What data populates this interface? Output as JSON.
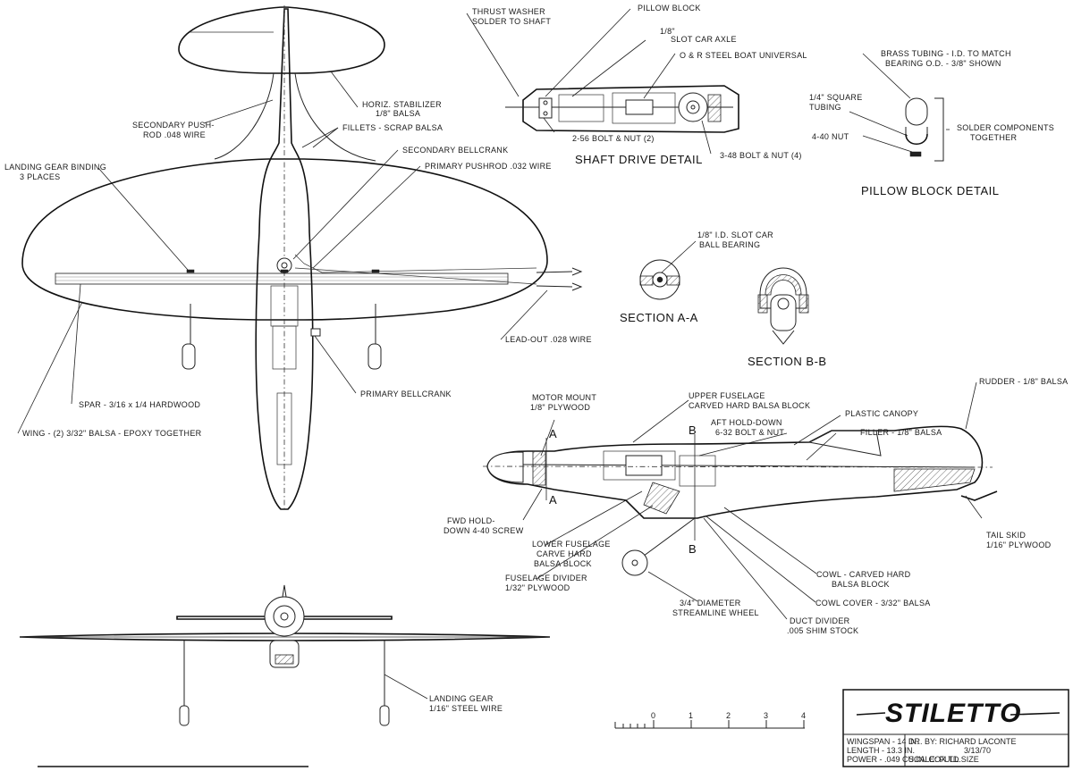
{
  "labels": {
    "thrust_washer": [
      "THRUST WASHER",
      "SOLDER TO SHAFT"
    ],
    "pillow_block": "PILLOW BLOCK",
    "slot_car_axle": [
      "1/8\"",
      "SLOT CAR AXLE"
    ],
    "boat_universal": "O & R STEEL BOAT UNIVERSAL",
    "bolt_256": "2-56 BOLT & NUT (2)",
    "bolt_348": "3-48 BOLT & NUT (4)",
    "shaft_drive_title": "SHAFT DRIVE DETAIL",
    "brass_tubing": [
      "BRASS TUBING - I.D. TO MATCH",
      "BEARING O.D. - 3/8\" SHOWN"
    ],
    "square_tubing": [
      "1/4\" SQUARE",
      "TUBING"
    ],
    "nut_440": "4-40 NUT",
    "solder_components": [
      "SOLDER COMPONENTS",
      "TOGETHER"
    ],
    "pillow_block_title": "PILLOW BLOCK DETAIL",
    "horiz_stabilizer": [
      "HORIZ. STABILIZER",
      "1/8\" BALSA"
    ],
    "secondary_push": [
      "SECONDARY PUSH-",
      "ROD .048 WIRE"
    ],
    "fillets": "FILLETS - SCRAP BALSA",
    "secondary_bellcrank": "SECONDARY BELLCRANK",
    "primary_pushrod": "PRIMARY PUSHROD .032 WIRE",
    "landing_gear_binding": [
      "LANDING GEAR BINDING",
      "3 PLACES"
    ],
    "ball_bearing": [
      "1/8\" I.D. SLOT CAR",
      "BALL BEARING"
    ],
    "section_aa": "SECTION A-A",
    "section_bb": "SECTION B-B",
    "lead_out": "LEAD-OUT .028 WIRE",
    "primary_bellcrank": "PRIMARY BELLCRANK",
    "spar": "SPAR - 3/16 x 1/4 HARDWOOD",
    "wing": "WING - (2) 3/32\" BALSA - EPOXY TOGETHER",
    "motor_mount": [
      "MOTOR MOUNT",
      "1/8\" PLYWOOD"
    ],
    "upper_fuselage": [
      "UPPER FUSELAGE",
      "CARVED HARD BALSA BLOCK"
    ],
    "rudder": "RUDDER - 1/8\" BALSA",
    "plastic_canopy": "PLASTIC CANOPY",
    "aft_hold_down": [
      "AFT HOLD-DOWN",
      "6-32 BOLT & NUT"
    ],
    "filler": "FILLER - 1/8\" BALSA",
    "marker_a": "A",
    "marker_b": "B",
    "fwd_hold_down": [
      "FWD HOLD-",
      "DOWN 4-40 SCREW"
    ],
    "lower_fuselage": [
      "LOWER FUSELAGE",
      "CARVE HARD",
      "BALSA BLOCK"
    ],
    "fuselage_divider": [
      "FUSELAGE DIVIDER",
      "1/32\" PLYWOOD"
    ],
    "tail_skid": [
      "TAIL SKID",
      "1/16\" PLYWOOD"
    ],
    "cowl_carved": [
      "COWL - CARVED HARD",
      "BALSA BLOCK"
    ],
    "cowl_cover": "COWL COVER - 3/32\" BALSA",
    "streamline_wheel": [
      "3/4\" DIAMETER",
      "STREAMLINE WHEEL"
    ],
    "duct_divider": [
      "DUCT DIVIDER",
      ".005 SHIM STOCK"
    ],
    "landing_gear": [
      "LANDING GEAR",
      "1/16\" STEEL WIRE"
    ]
  },
  "scale_bar": {
    "ticks": [
      "0",
      "1",
      "2",
      "3",
      "4"
    ]
  },
  "title_block": {
    "name": "STILETTO",
    "specs": [
      "WINGSPAN - 14 IN.",
      "LENGTH - 13.3 IN.",
      "POWER - .049 CU.IN. COX TD."
    ],
    "drawn_by": "DR. BY: RICHARD LACONTE",
    "date": "3/13/70",
    "scale": "SCALE: FULL SIZE"
  }
}
